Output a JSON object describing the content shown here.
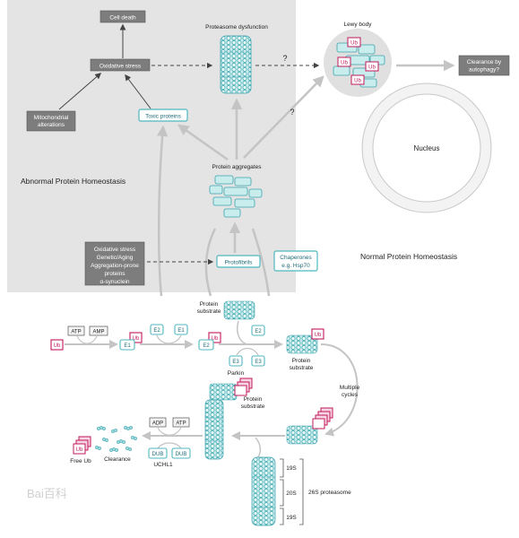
{
  "top": {
    "cell_death": "Cell death",
    "oxidative_stress": "Oxidative stress",
    "proteasome_dysfunction": "Proteasome dysfunction",
    "lewy_body": "Lewy body",
    "clearance_autophagy": [
      "Clearance by",
      "autophagy?"
    ],
    "question_mark_1": "?",
    "question_mark_2": "?",
    "mitochondrial": [
      "Mitochondrial",
      "alterations"
    ],
    "toxic_proteins": "Toxic proteins",
    "protein_aggregates": "Protein aggregates",
    "nucleus": "Nucleus",
    "abnormal_title": "Abnormal Protein Homeostasis",
    "normal_title": "Normal Protein Homeostasis",
    "causes": [
      "Oxidative stress",
      "Genetic/Aging",
      "Aggregation-prone",
      "proteins",
      "α-synuclein"
    ],
    "protofibrils": "Protofibrils",
    "chaperones": [
      "Chaperones",
      "e.g. Hsp70"
    ],
    "ub": "Ub"
  },
  "bottom": {
    "ub": "Ub",
    "atp": "ATP",
    "amp": "AMP",
    "e1": "E1",
    "e2": "E2",
    "e3": "E3",
    "protein_substrate": [
      "Protein",
      "substrate"
    ],
    "parkin": "Parkin",
    "multiple_cycles": [
      "Multiple",
      "cycles"
    ],
    "adp": "ADP",
    "dub": "DUB",
    "uchl1": "UCHL1",
    "free_ub": "Free Ub",
    "clearance": "Clearance",
    "s19": "19S",
    "s20": "20S",
    "proteasome_26s": "26S proteasome"
  },
  "watermark": "Bai百科",
  "colors": {
    "teal": "#4fb7bf",
    "teal_dark": "#1d6b78",
    "teal_fill": "#c9ecec",
    "magenta": "#c2185b",
    "panel_gray": "#e4e4e4",
    "box_gray": "#7d7d7d",
    "arrow_gray": "#c8c8c8"
  }
}
